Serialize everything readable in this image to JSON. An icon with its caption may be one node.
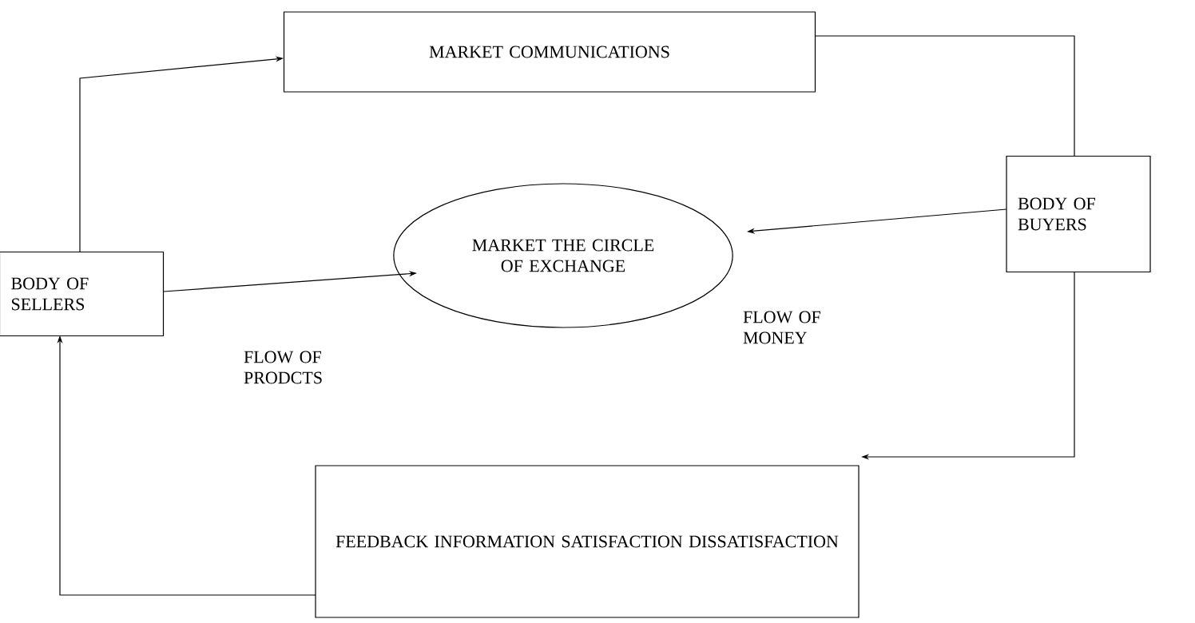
{
  "diagram": {
    "nodes": [
      {
        "text": [
          "MARKET COMMUNICATIONS"
        ]
      },
      {
        "text": [
          "BODY OF BUYERS"
        ]
      },
      {
        "text": [
          "MARKET THE CIRCLE OF EXCHANGE"
        ]
      },
      {
        "text": [
          "BODY OF SELLERS"
        ]
      },
      {
        "text": [
          "FEEDBACK INFORMATION SATISFACTION DISSATISFACTION"
        ]
      }
    ],
    "edges": [
      {
        "from": 3,
        "to": 0,
        "arrow": "to"
      },
      {
        "from": 0,
        "to": 1,
        "arrow": "none"
      },
      {
        "from": 1,
        "to": 2,
        "arrow": "to"
      },
      {
        "from": 3,
        "to": 2,
        "arrow": "to"
      },
      {
        "from": 1,
        "to": 4,
        "arrow": "to"
      },
      {
        "from": 4,
        "to": 3,
        "arrow": "to"
      }
    ],
    "labels": [
      "FLOW OF PRODCTS",
      "FLOW OF MONEY"
    ]
  }
}
